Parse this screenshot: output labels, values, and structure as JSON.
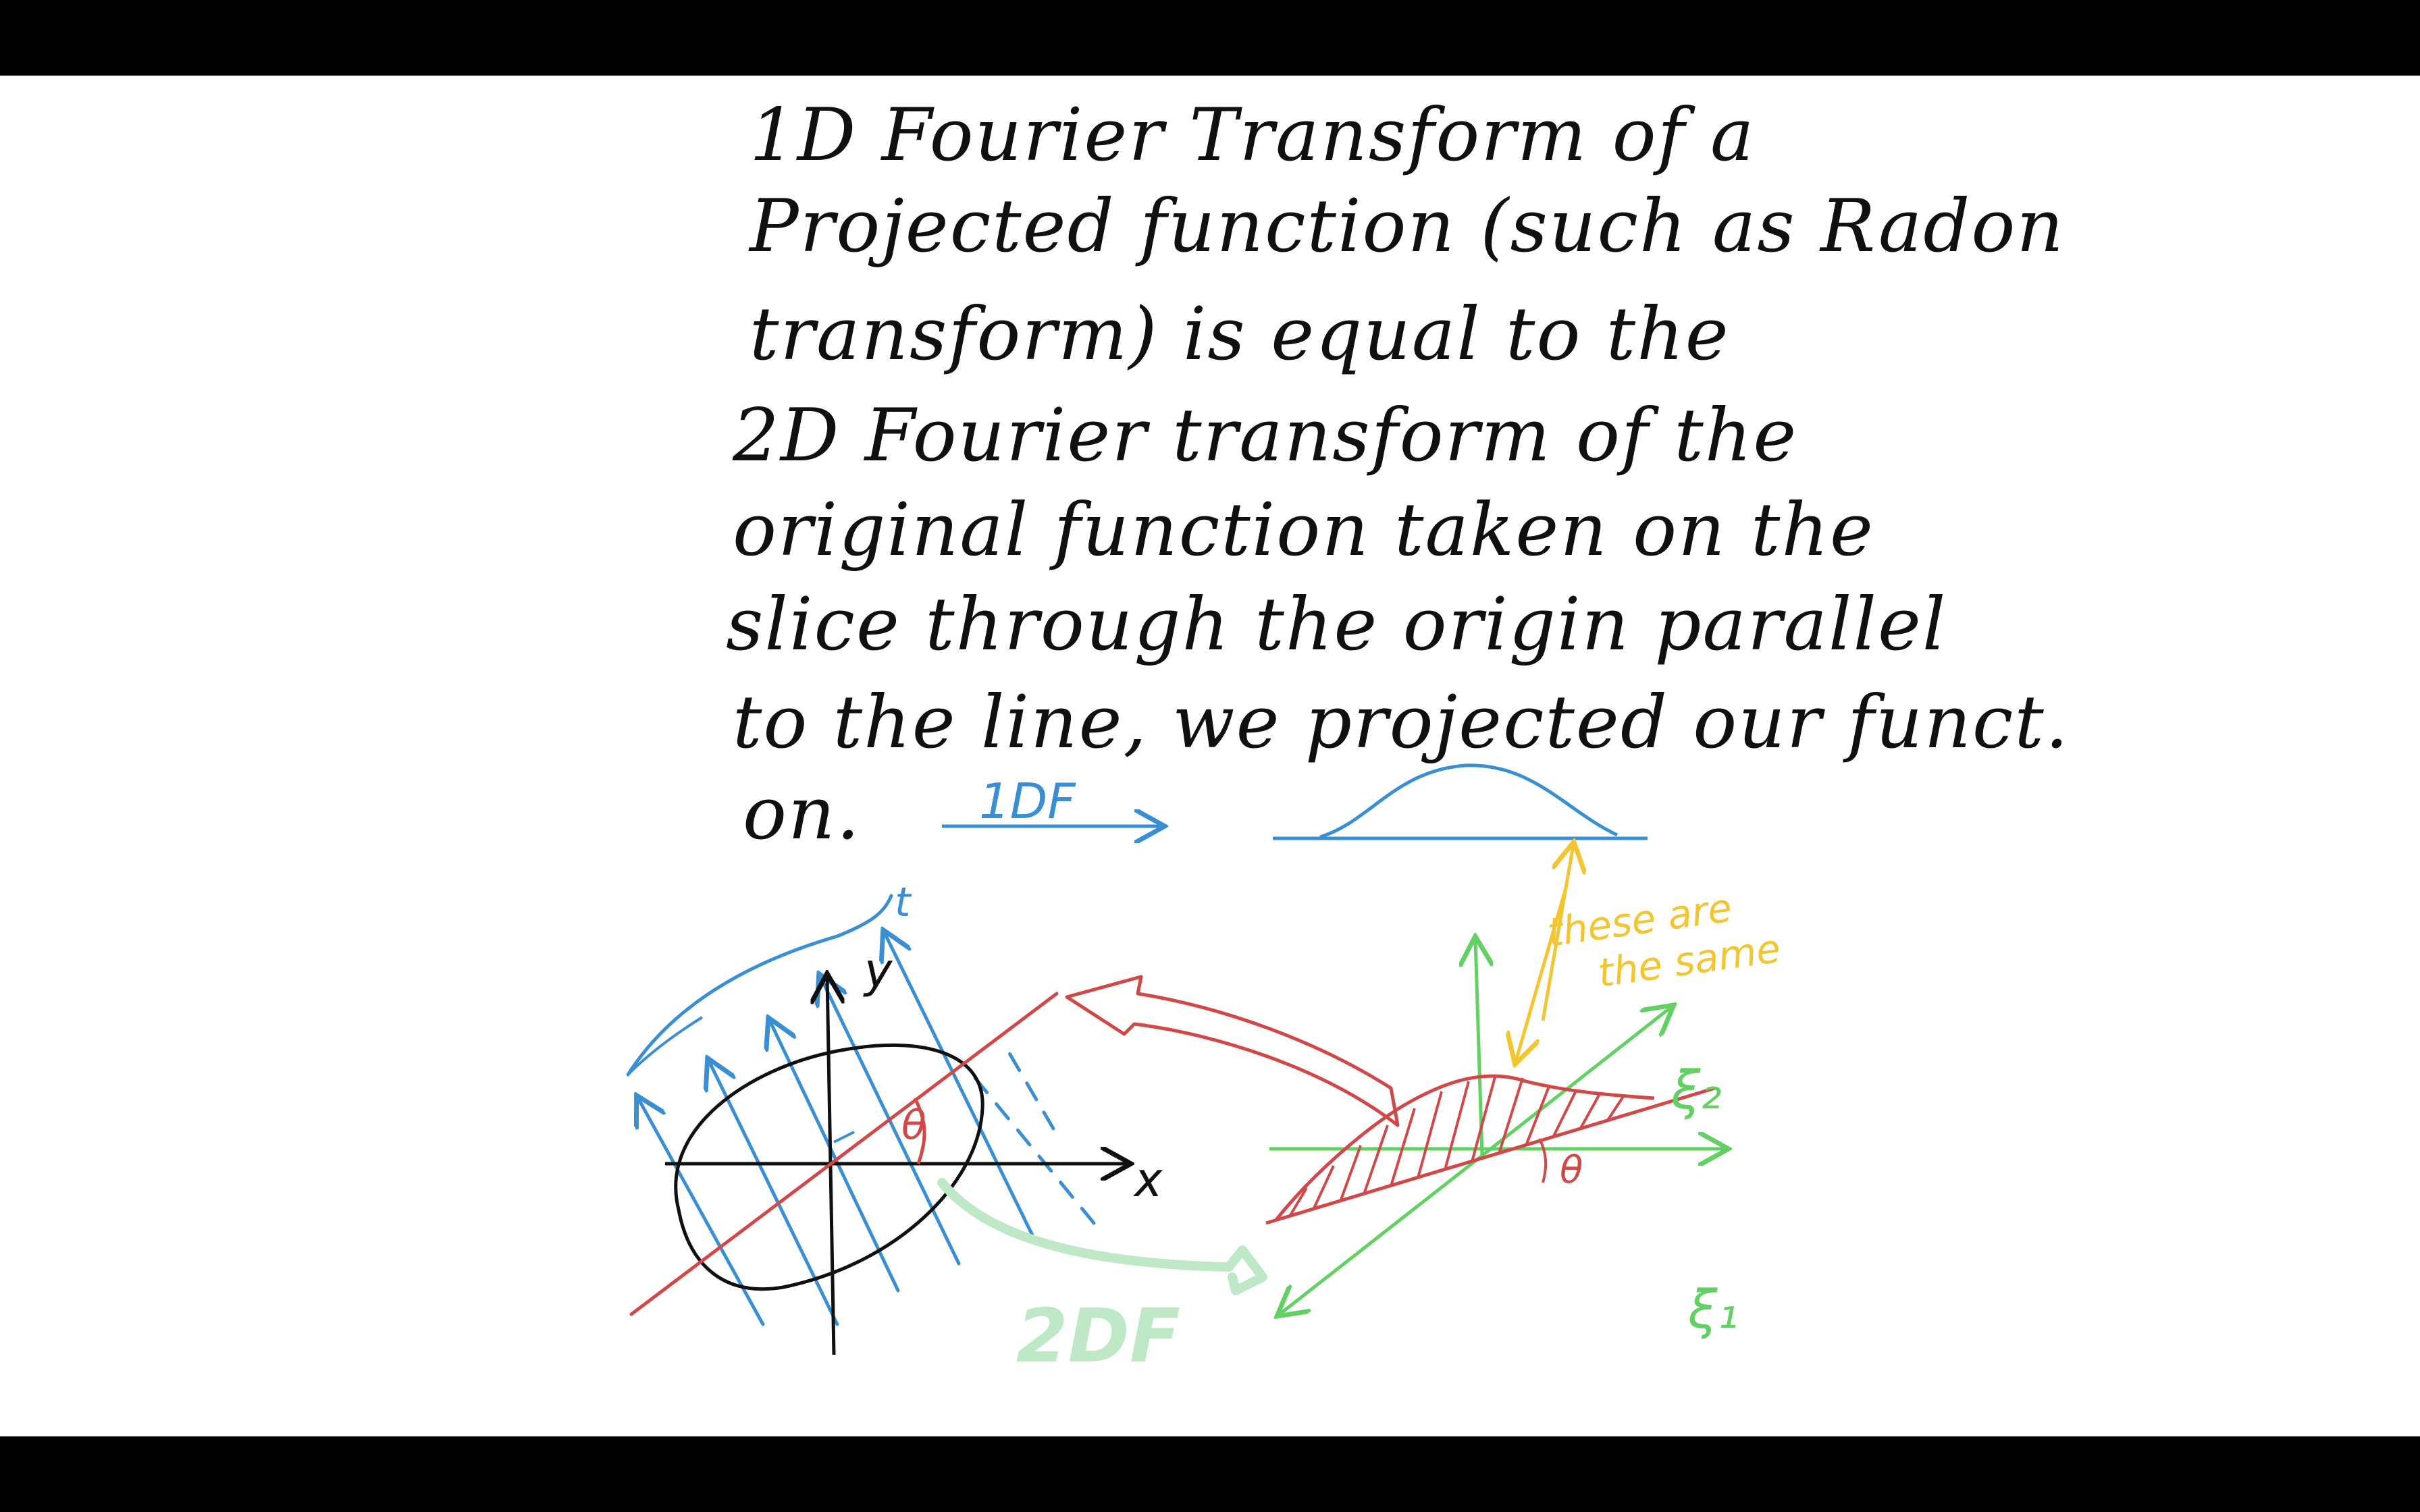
{
  "colors": {
    "background": "#ffffff",
    "letterbox": "#000000",
    "ink_black": "#101010",
    "ink_blue": "#3a8fd4",
    "ink_red": "#d04848",
    "ink_green": "#62d062",
    "ink_light_green": "#bfe9c6",
    "ink_yellow": "#f2c531"
  },
  "text": {
    "lines": [
      "1D Fourier Transform of a",
      "Projected function (such as Radon",
      "transform) is equal to the",
      "2D Fourier transform of the",
      "original function taken on the",
      "slice through the origin parallel",
      "to the line, we projected our funct.",
      "on."
    ]
  },
  "diagram": {
    "left_axes": {
      "x_label": "x",
      "y_label": "y",
      "t_label": "t",
      "angle_label": "θ"
    },
    "oneDF_label": "1DF",
    "twoDF_label": "2DF",
    "freq_axes": {
      "xi1_label": "ξ₁",
      "xi2_label": "ξ₂",
      "angle_label": "θ"
    },
    "same_note": [
      "these are",
      "the same"
    ]
  }
}
